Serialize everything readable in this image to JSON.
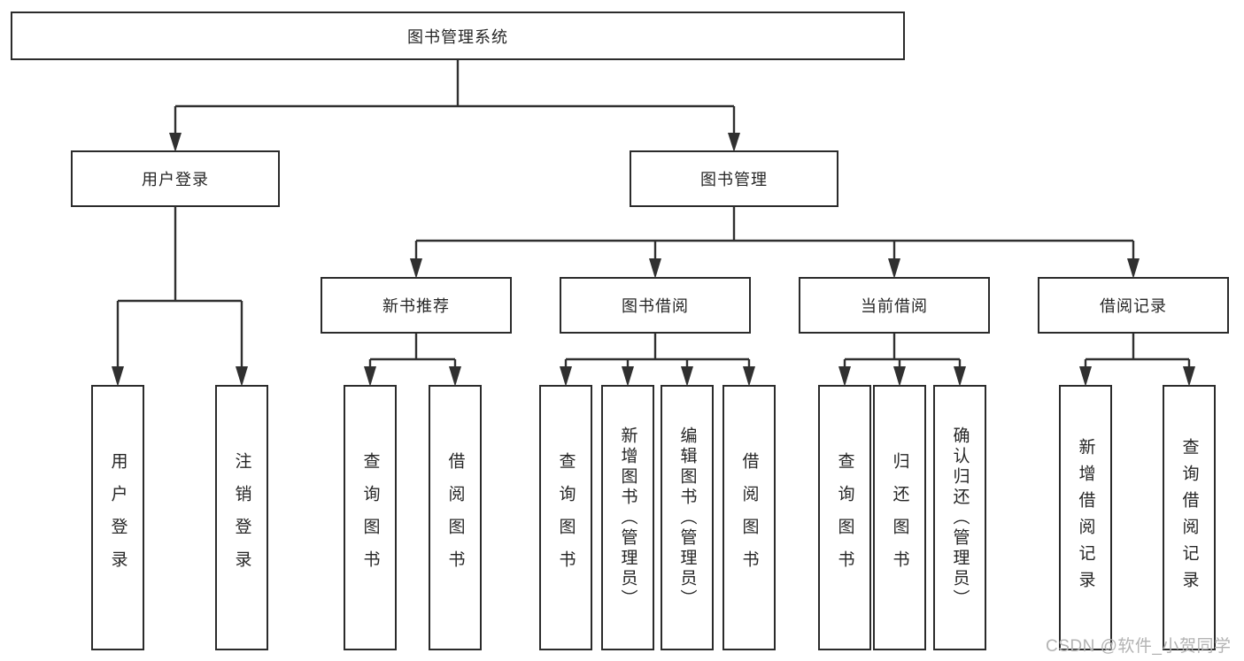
{
  "colors": {
    "line": "#303030",
    "box_border": "#2b2b2b",
    "box_fill": "#ffffff",
    "text": "#262626",
    "watermark": "#b3b3b3"
  },
  "nodes": {
    "system": "图书管理系统",
    "user_login": "用户登录",
    "book_management": "图书管理",
    "new_book_recommend": "新书推荐",
    "book_borrowing": "图书借阅",
    "current_borrowing": "当前借阅",
    "borrowing_records": "借阅记录",
    "leaf_user_login": "用户登录",
    "leaf_logout": "注销登录",
    "leaf_query_books_recommend": "查询图书",
    "leaf_borrow_books_recommend": "借阅图书",
    "leaf_query_books_borrowing": "查询图书",
    "leaf_add_books_admin": "新增图书（管理员）",
    "leaf_edit_books_admin": "编辑图书（管理员）",
    "leaf_borrow_books_borrowing": "借阅图书",
    "leaf_query_books_current": "查询图书",
    "leaf_return_books": "归还图书",
    "leaf_confirm_return_admin": "确认归还（管理员）",
    "leaf_add_borrow_record": "新增借阅记录",
    "leaf_query_borrow_record": "查询借阅记录"
  },
  "watermark": "CSDN @软件_小贺同学"
}
